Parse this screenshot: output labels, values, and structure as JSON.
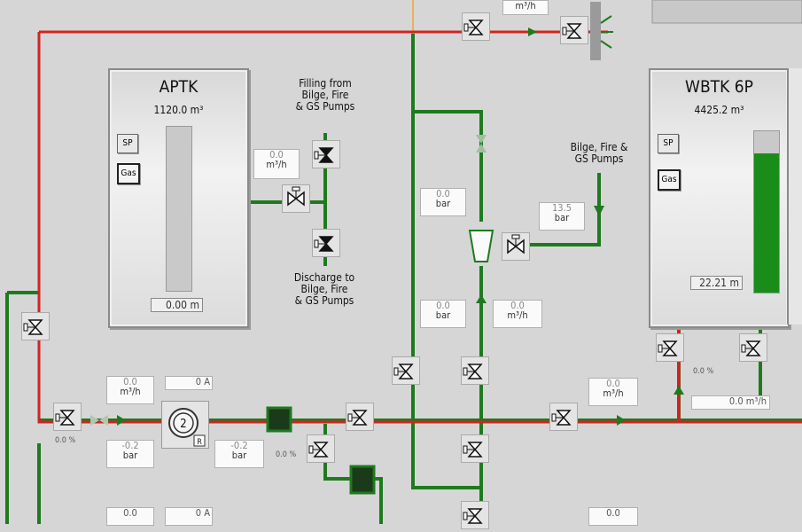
{
  "tanks": {
    "aptk": {
      "name": "APTK",
      "volume": "1120.0 m³",
      "sp": "SP",
      "gas": "Gas",
      "level": "0.00 m",
      "fill": 0
    },
    "wbtk": {
      "name": "WBTK 6P",
      "volume": "4425.2 m³",
      "sp": "SP",
      "gas": "Gas",
      "level": "22.21 m",
      "fill": 0.86
    }
  },
  "labels": {
    "filling_from": "Filling from\nBilge, Fire\n& GS Pumps",
    "discharge_to": "Discharge to\nBilge, Fire\n& GS Pumps",
    "bilge_fire": "Bilge, Fire &\nGS Pumps"
  },
  "readouts": {
    "top_flow": {
      "value": "",
      "unit": "m³/h"
    },
    "aptk_flow": {
      "value": "0.0",
      "unit": "m³/h"
    },
    "mid_pressure_1": {
      "value": "0.0",
      "unit": "bar"
    },
    "right_pressure": {
      "value": "13.5",
      "unit": "bar"
    },
    "mid_pressure_2": {
      "value": "0.0",
      "unit": "bar"
    },
    "mid_flow_2": {
      "value": "0.0",
      "unit": "m³/h"
    },
    "left_flow": {
      "value": "0.0",
      "unit": "m³/h"
    },
    "left_current": {
      "value": "0 A",
      "unit": ""
    },
    "left_pressure": {
      "value": "-0.2",
      "unit": "bar"
    },
    "pump_pressure": {
      "value": "-0.2",
      "unit": "bar"
    },
    "right_flow": {
      "value": "0.0",
      "unit": "m³/h"
    },
    "wbtk_flow": {
      "value": "0.0 m³/h",
      "unit": ""
    },
    "bottom_flow_1": {
      "value": "0.0",
      "unit": ""
    },
    "bottom_current": {
      "value": "0 A",
      "unit": ""
    },
    "bottom_flow_2": {
      "value": "0.0",
      "unit": ""
    }
  },
  "percents": {
    "left_valve": "0.0 %",
    "mid_valve": "0.0 %",
    "wbtk_valve": "0.0 %"
  },
  "pump": {
    "number": "2",
    "mode": "R"
  },
  "colors": {
    "background": "#d6d6d6",
    "pipe_green": "#1e7a1e",
    "pipe_red": "#d42222",
    "pipe_orange": "#e8b060"
  }
}
